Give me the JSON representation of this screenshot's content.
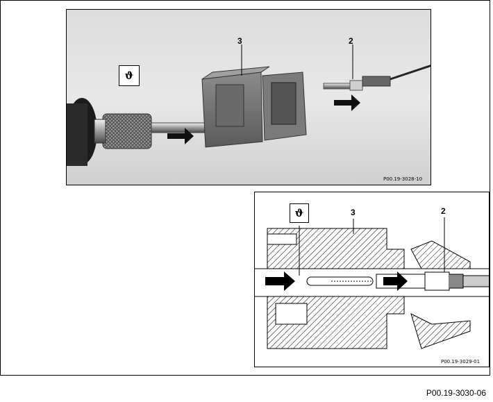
{
  "photo": {
    "callout_3": "3",
    "callout_2": "2",
    "tool_symbol": "ϑ",
    "code": "P00.19-3028-10"
  },
  "drawing": {
    "callout_3": "3",
    "callout_2": "2",
    "tool_symbol": "ϑ",
    "code": "P00.19-3029-01"
  },
  "page_code": "P00.19-3030-06"
}
